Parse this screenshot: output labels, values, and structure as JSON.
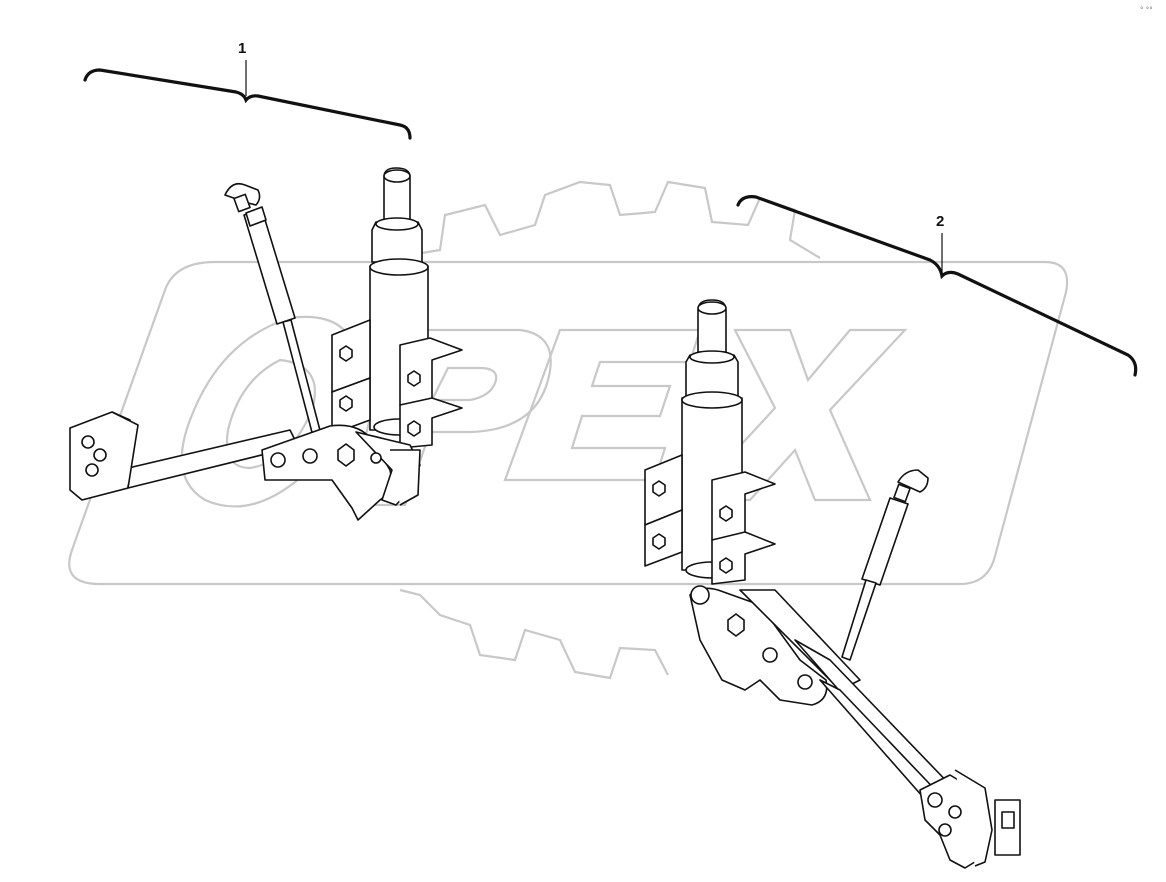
{
  "watermark": {
    "brand": "OPEX",
    "logo_color": "#c8c8c8"
  },
  "callouts": [
    {
      "number": "1"
    },
    {
      "number": "2"
    }
  ],
  "corner_mark": "° °°",
  "colors": {
    "line": "#111111",
    "part_fill": "#ffffff"
  }
}
